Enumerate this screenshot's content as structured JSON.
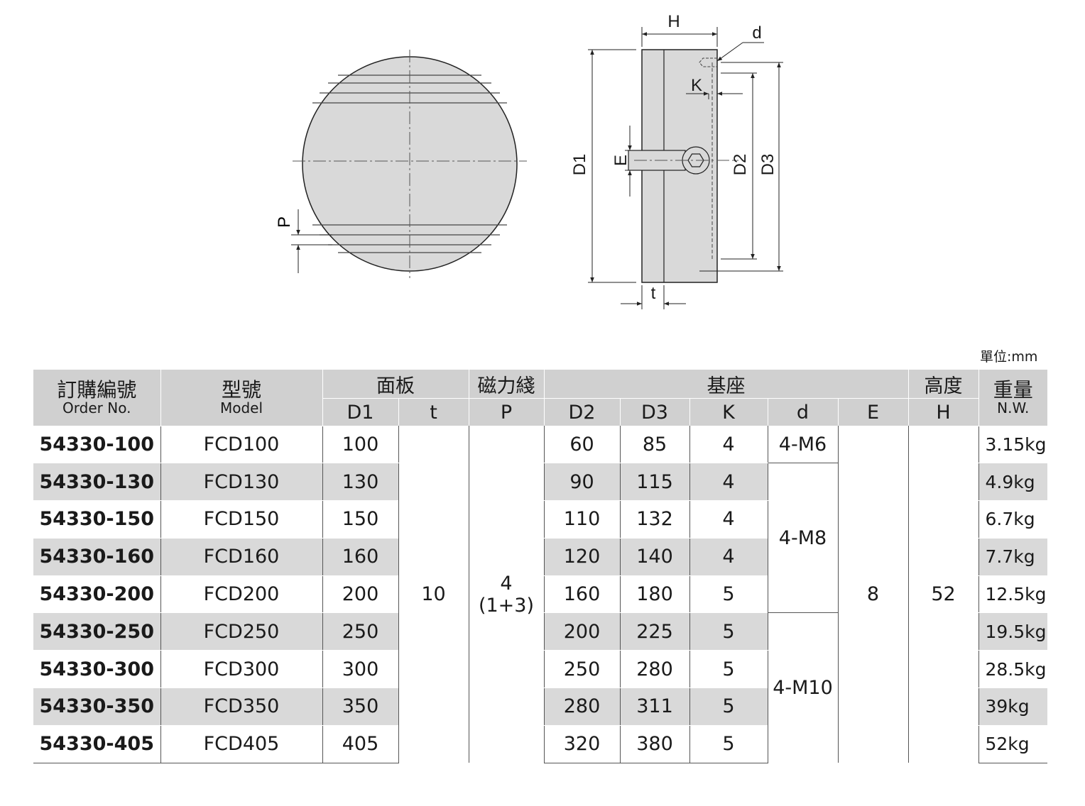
{
  "drawing": {
    "front_labels": {
      "p": "P"
    },
    "side_labels": {
      "h": "H",
      "d": "d",
      "k": "K",
      "d1": "D1",
      "e": "E",
      "d2": "D2",
      "d3": "D3",
      "t": "t"
    }
  },
  "unit_note": "單位:mm",
  "table": {
    "headers": {
      "order_cn": "訂購編號",
      "order_en": "Order No.",
      "model_cn": "型號",
      "model_en": "Model",
      "panel": "面板",
      "magnet": "磁力綫",
      "base": "基座",
      "height": "高度",
      "weight_cn": "重量",
      "weight_en": "N.W.",
      "d1": "D1",
      "t": "t",
      "p": "P",
      "d2": "D2",
      "d3": "D3",
      "k": "K",
      "d": "d",
      "e": "E",
      "h": "H"
    },
    "shared": {
      "t": "10",
      "p_top": "4",
      "p_bottom": "(1+3)",
      "e": "8",
      "h": "52",
      "d_m6": "4-M6",
      "d_m8": "4-M8",
      "d_m10": "4-M10"
    },
    "rows": [
      {
        "order": "54330-100",
        "model": "FCD100",
        "d1": "100",
        "d2": "60",
        "d3": "85",
        "k": "4",
        "nw": "3.15kg"
      },
      {
        "order": "54330-130",
        "model": "FCD130",
        "d1": "130",
        "d2": "90",
        "d3": "115",
        "k": "4",
        "nw": "4.9kg"
      },
      {
        "order": "54330-150",
        "model": "FCD150",
        "d1": "150",
        "d2": "110",
        "d3": "132",
        "k": "4",
        "nw": "6.7kg"
      },
      {
        "order": "54330-160",
        "model": "FCD160",
        "d1": "160",
        "d2": "120",
        "d3": "140",
        "k": "4",
        "nw": "7.7kg"
      },
      {
        "order": "54330-200",
        "model": "FCD200",
        "d1": "200",
        "d2": "160",
        "d3": "180",
        "k": "5",
        "nw": "12.5kg"
      },
      {
        "order": "54330-250",
        "model": "FCD250",
        "d1": "250",
        "d2": "200",
        "d3": "225",
        "k": "5",
        "nw": "19.5kg"
      },
      {
        "order": "54330-300",
        "model": "FCD300",
        "d1": "300",
        "d2": "250",
        "d3": "280",
        "k": "5",
        "nw": "28.5kg"
      },
      {
        "order": "54330-350",
        "model": "FCD350",
        "d1": "350",
        "d2": "280",
        "d3": "311",
        "k": "5",
        "nw": "39kg"
      },
      {
        "order": "54330-405",
        "model": "FCD405",
        "d1": "405",
        "d2": "320",
        "d3": "380",
        "k": "5",
        "nw": "52kg"
      }
    ]
  }
}
